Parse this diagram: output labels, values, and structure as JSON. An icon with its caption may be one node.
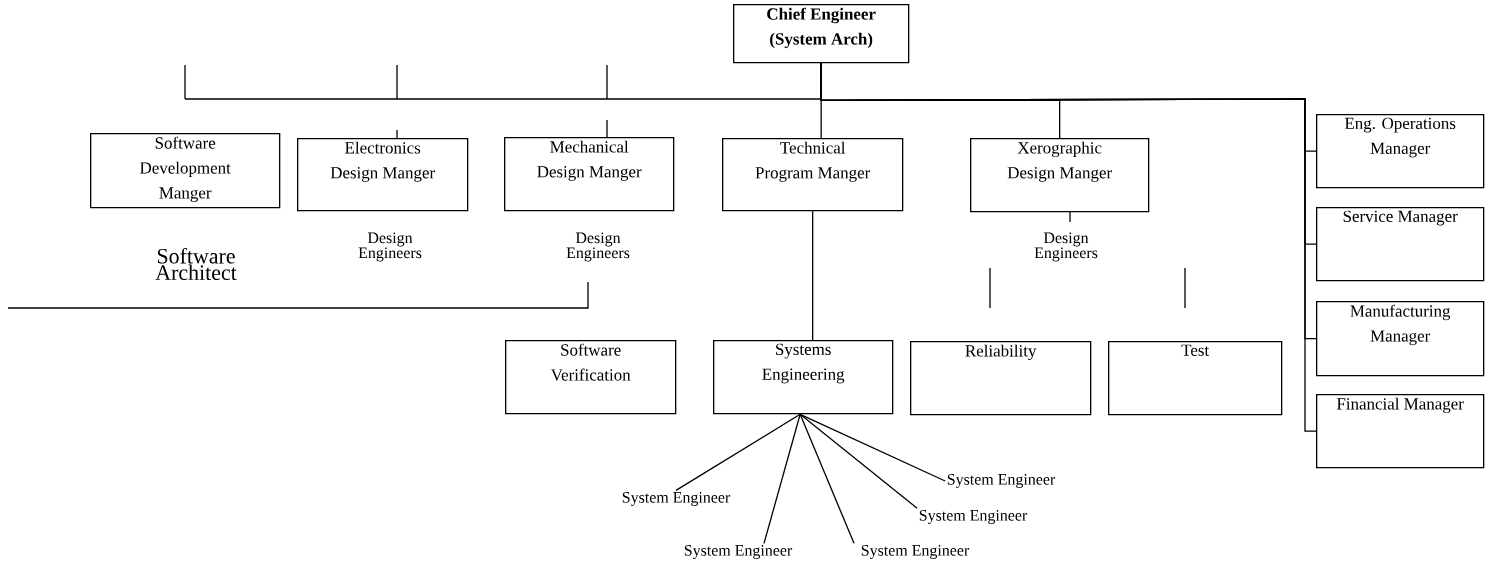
{
  "diagram": {
    "nodes": [
      {
        "text": [
          "Chief Engineer (System Arch)"
        ]
      },
      {
        "text": [
          "Software Development Manger"
        ]
      },
      {
        "text": [
          "Electronics Design Manger"
        ]
      },
      {
        "text": [
          "Mechanical Design Manger"
        ]
      },
      {
        "text": [
          "Technical Program Manger"
        ]
      },
      {
        "text": [
          "Xerographic Design Manger"
        ]
      },
      {
        "text": [
          "Eng. Operations Manager"
        ]
      },
      {
        "text": [
          "Service Manager"
        ]
      },
      {
        "text": [
          "Manufacturing Manager"
        ]
      },
      {
        "text": [
          "Financial Manager"
        ]
      },
      {
        "text": [
          "Software Verification"
        ]
      },
      {
        "text": [
          "Systems Engineering"
        ]
      },
      {
        "text": [
          "Reliability"
        ]
      },
      {
        "text": [
          "Test"
        ]
      },
      {
        "text": [
          "System Engineer"
        ]
      },
      {
        "text": [
          "System Engineer"
        ]
      },
      {
        "text": [
          "System Engineer"
        ]
      },
      {
        "text": [
          "System Engineer"
        ]
      },
      {
        "text": [
          "System Engineer"
        ]
      }
    ],
    "edges": [
      {
        "from": 0,
        "to": 4,
        "arrow": "none"
      },
      {
        "from": 0,
        "to": 5,
        "arrow": "none"
      },
      {
        "from": 0,
        "to": 6,
        "arrow": "none"
      },
      {
        "from": 0,
        "to": 7,
        "arrow": "none"
      },
      {
        "from": 0,
        "to": 8,
        "arrow": "none"
      },
      {
        "from": 0,
        "to": 9,
        "arrow": "none"
      },
      {
        "from": 4,
        "to": 11,
        "arrow": "none"
      },
      {
        "from": 11,
        "to": 14,
        "arrow": "none"
      },
      {
        "from": 11,
        "to": 15,
        "arrow": "none"
      },
      {
        "from": 11,
        "to": 16,
        "arrow": "none"
      },
      {
        "from": 11,
        "to": 17,
        "arrow": "none"
      },
      {
        "from": 11,
        "to": 18,
        "arrow": "none"
      }
    ],
    "labels": [
      "Software Architect",
      "Design Engineers",
      "Design Engineers",
      "Design Engineers"
    ]
  }
}
